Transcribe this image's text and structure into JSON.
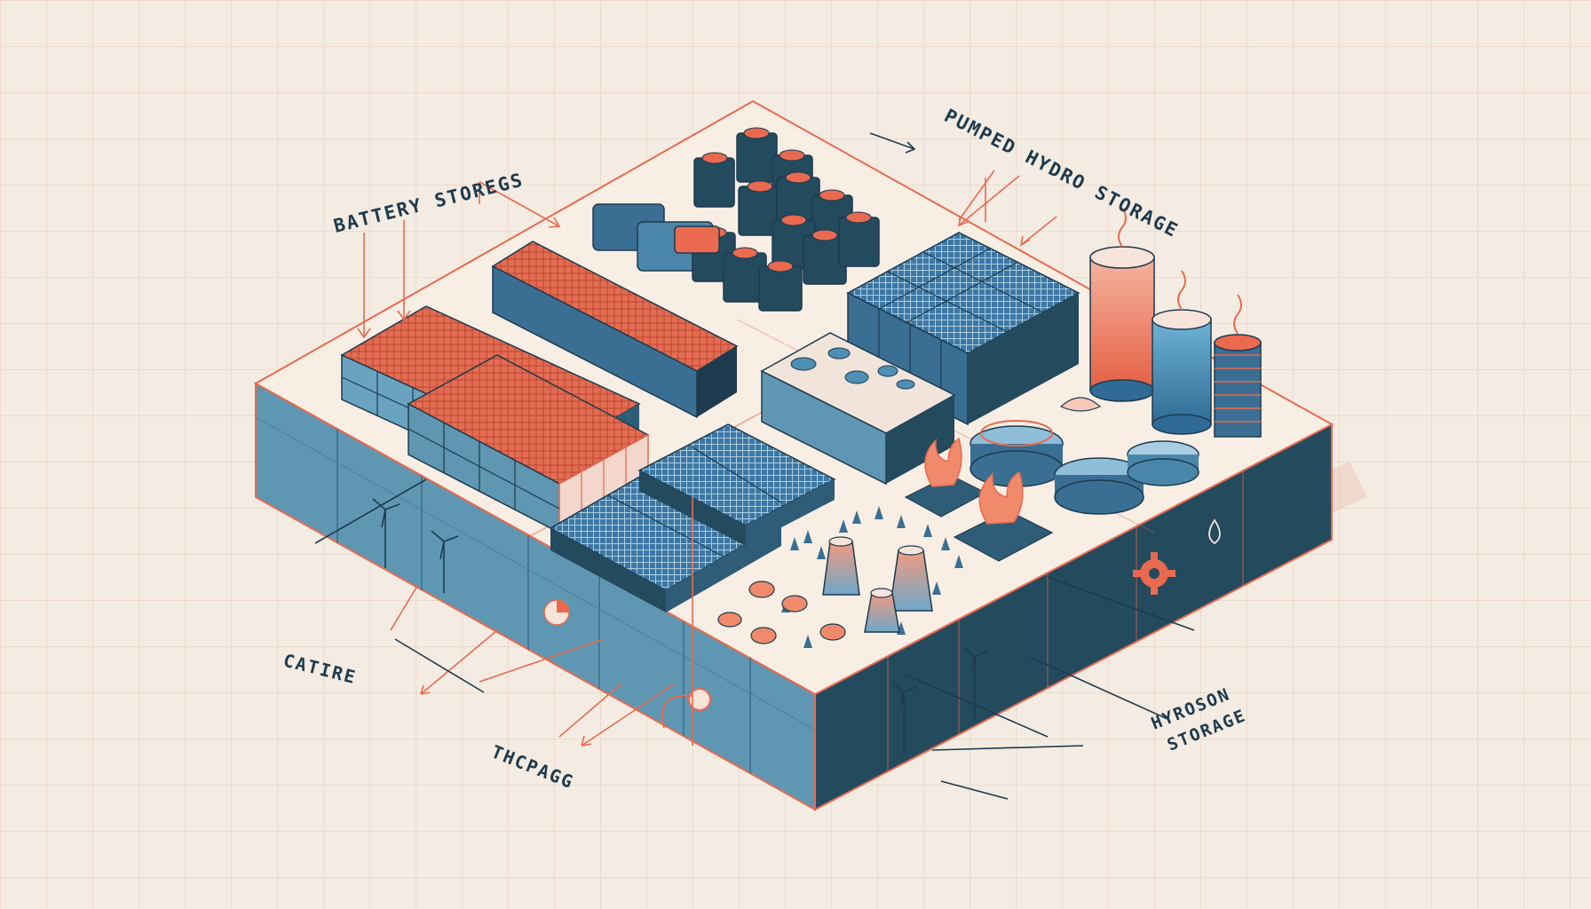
{
  "labels": {
    "battery": "BATTERY STOREGS",
    "pumped_hydro": "PUMPED HYDRO STORAGE",
    "catire": "CATIRE",
    "thcpagg": "THCPAGG",
    "hydrogen_line1": "HYROSON",
    "hydrogen_line2": "STORAGE"
  },
  "colors": {
    "background": "#f4ece2",
    "grid": "#e6c9bd",
    "platform_top": "#f8eee4",
    "platform_front": "#5f97b3",
    "platform_side": "#244a5e",
    "accent_coral": "#e96a4f",
    "cell_blue": "#3f7aa5",
    "outline": "#1d3a4e"
  },
  "icons": [
    "wind-turbine-icon",
    "gear-icon",
    "droplet-icon",
    "pie-chart-icon",
    "flame-icon"
  ]
}
